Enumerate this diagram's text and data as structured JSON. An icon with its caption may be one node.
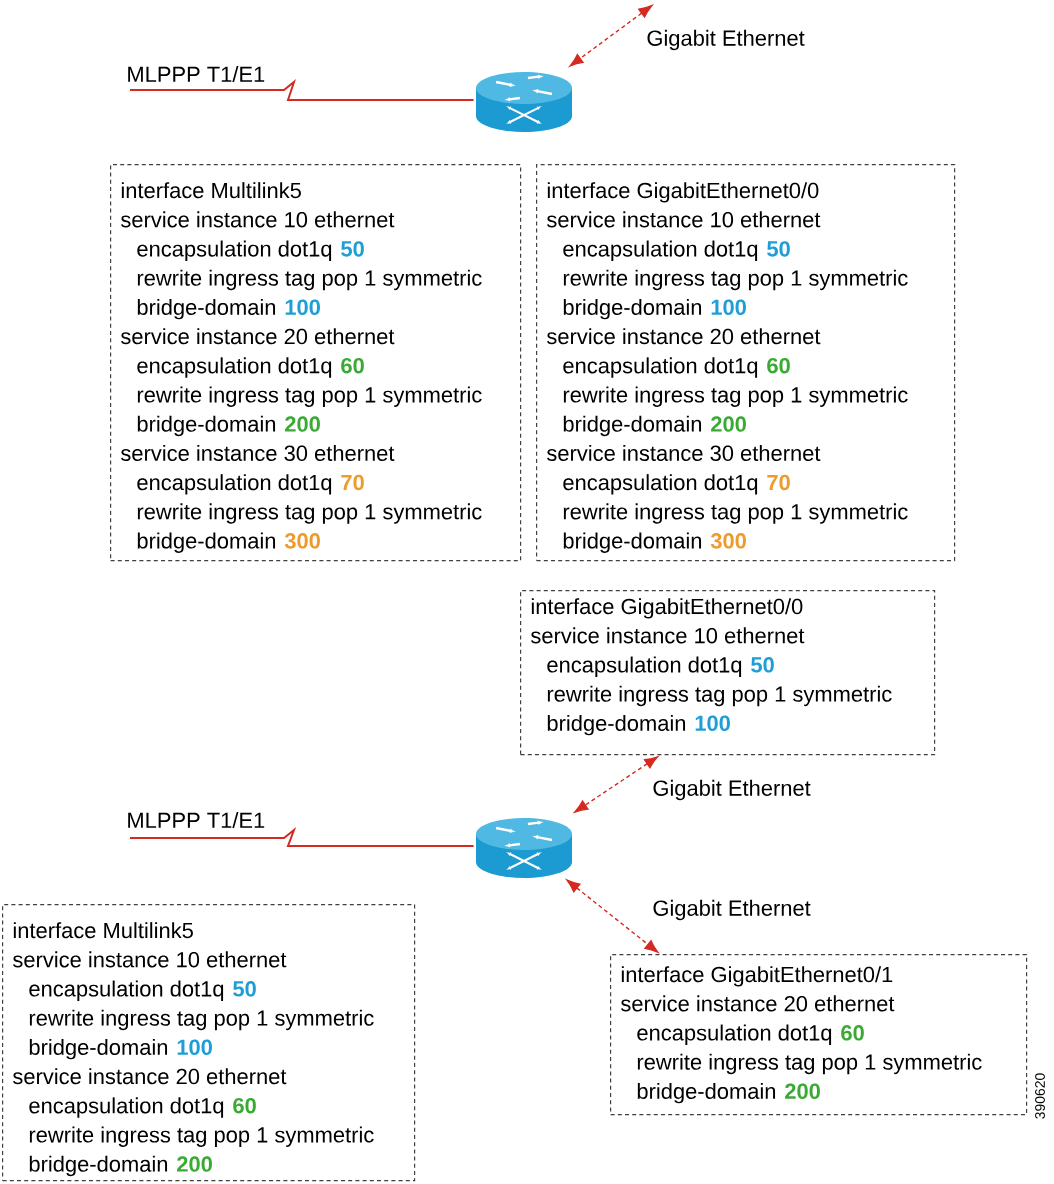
{
  "diagram": {
    "nodes": [
      {
        "text": [],
        "shape": "router"
      },
      {
        "text": [
          "interface Multilink5",
          "service instance 10 ethernet",
          "encapsulation dot1q",
          "50",
          "rewrite ingress tag pop 1 symmetric",
          "bridge-domain",
          "100",
          "service instance 20 ethernet",
          "encapsulation dot1q",
          "60",
          "rewrite ingress tag pop 1 symmetric",
          "bridge-domain",
          "200",
          "service instance 30 ethernet",
          "encapsulation dot1q",
          "70",
          "rewrite ingress tag pop 1 symmetric",
          "bridge-domain",
          "300"
        ]
      },
      {
        "text": [
          "interface GigabitEthernet0/0",
          "service instance 10 ethernet",
          "encapsulation dot1q",
          "50",
          "rewrite ingress tag pop 1 symmetric",
          "bridge-domain",
          "100",
          "service instance 20 ethernet",
          "encapsulation dot1q",
          "60",
          "rewrite ingress tag pop 1 symmetric",
          "bridge-domain",
          "200",
          "service instance 30 ethernet",
          "encapsulation dot1q",
          "70",
          "rewrite ingress tag pop 1 symmetric",
          "bridge-domain",
          "300"
        ]
      },
      {
        "text": [
          "interface GigabitEthernet0/0",
          "service instance 10 ethernet",
          "encapsulation dot1q",
          "50",
          "rewrite ingress tag pop 1 symmetric",
          "bridge-domain",
          "100"
        ]
      },
      {
        "text": [],
        "shape": "router"
      },
      {
        "text": [
          "interface Multilink5",
          "service instance 10 ethernet",
          "encapsulation dot1q",
          "50",
          "rewrite ingress tag pop 1 symmetric",
          "bridge-domain",
          "100",
          "service instance 20 ethernet",
          "encapsulation dot1q",
          "60",
          "rewrite ingress tag pop 1 symmetric",
          "bridge-domain",
          "200"
        ]
      },
      {
        "text": [
          "interface GigabitEthernet0/1",
          "service instance 20 ethernet",
          "encapsulation dot1q",
          "60",
          "rewrite ingress tag pop 1 symmetric",
          "bridge-domain",
          "200"
        ]
      }
    ],
    "edges": [
      {
        "from": null,
        "to": 0,
        "arrow": "none",
        "label": "MLPPP T1/E1"
      },
      {
        "from": null,
        "to": 0,
        "arrow": "both",
        "style": "dashed",
        "label": "Gigabit Ethernet"
      },
      {
        "from": 3,
        "to": 4,
        "arrow": "both",
        "style": "dashed",
        "label": "Gigabit Ethernet"
      },
      {
        "from": null,
        "to": 4,
        "arrow": "none",
        "label": "MLPPP T1/E1"
      },
      {
        "from": 4,
        "to": 6,
        "arrow": "both",
        "style": "dashed",
        "label": "Gigabit Ethernet"
      }
    ],
    "labels": [
      "390620"
    ]
  }
}
